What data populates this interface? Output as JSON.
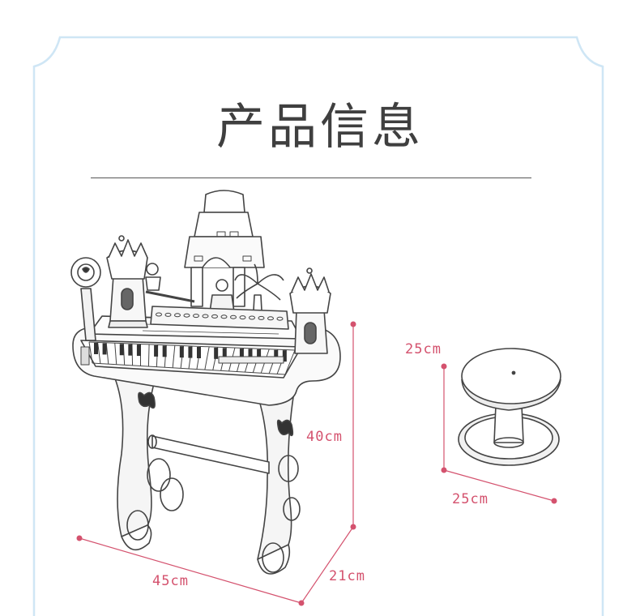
{
  "title": "产品信息",
  "dimensions": {
    "piano_width": "45cm",
    "piano_depth": "21cm",
    "piano_height": "40cm",
    "stool_height": "25cm",
    "stool_diameter": "25cm"
  },
  "colors": {
    "frame": "#cfe6f5",
    "dimension": "#d4526e",
    "line_art": "#444444"
  }
}
